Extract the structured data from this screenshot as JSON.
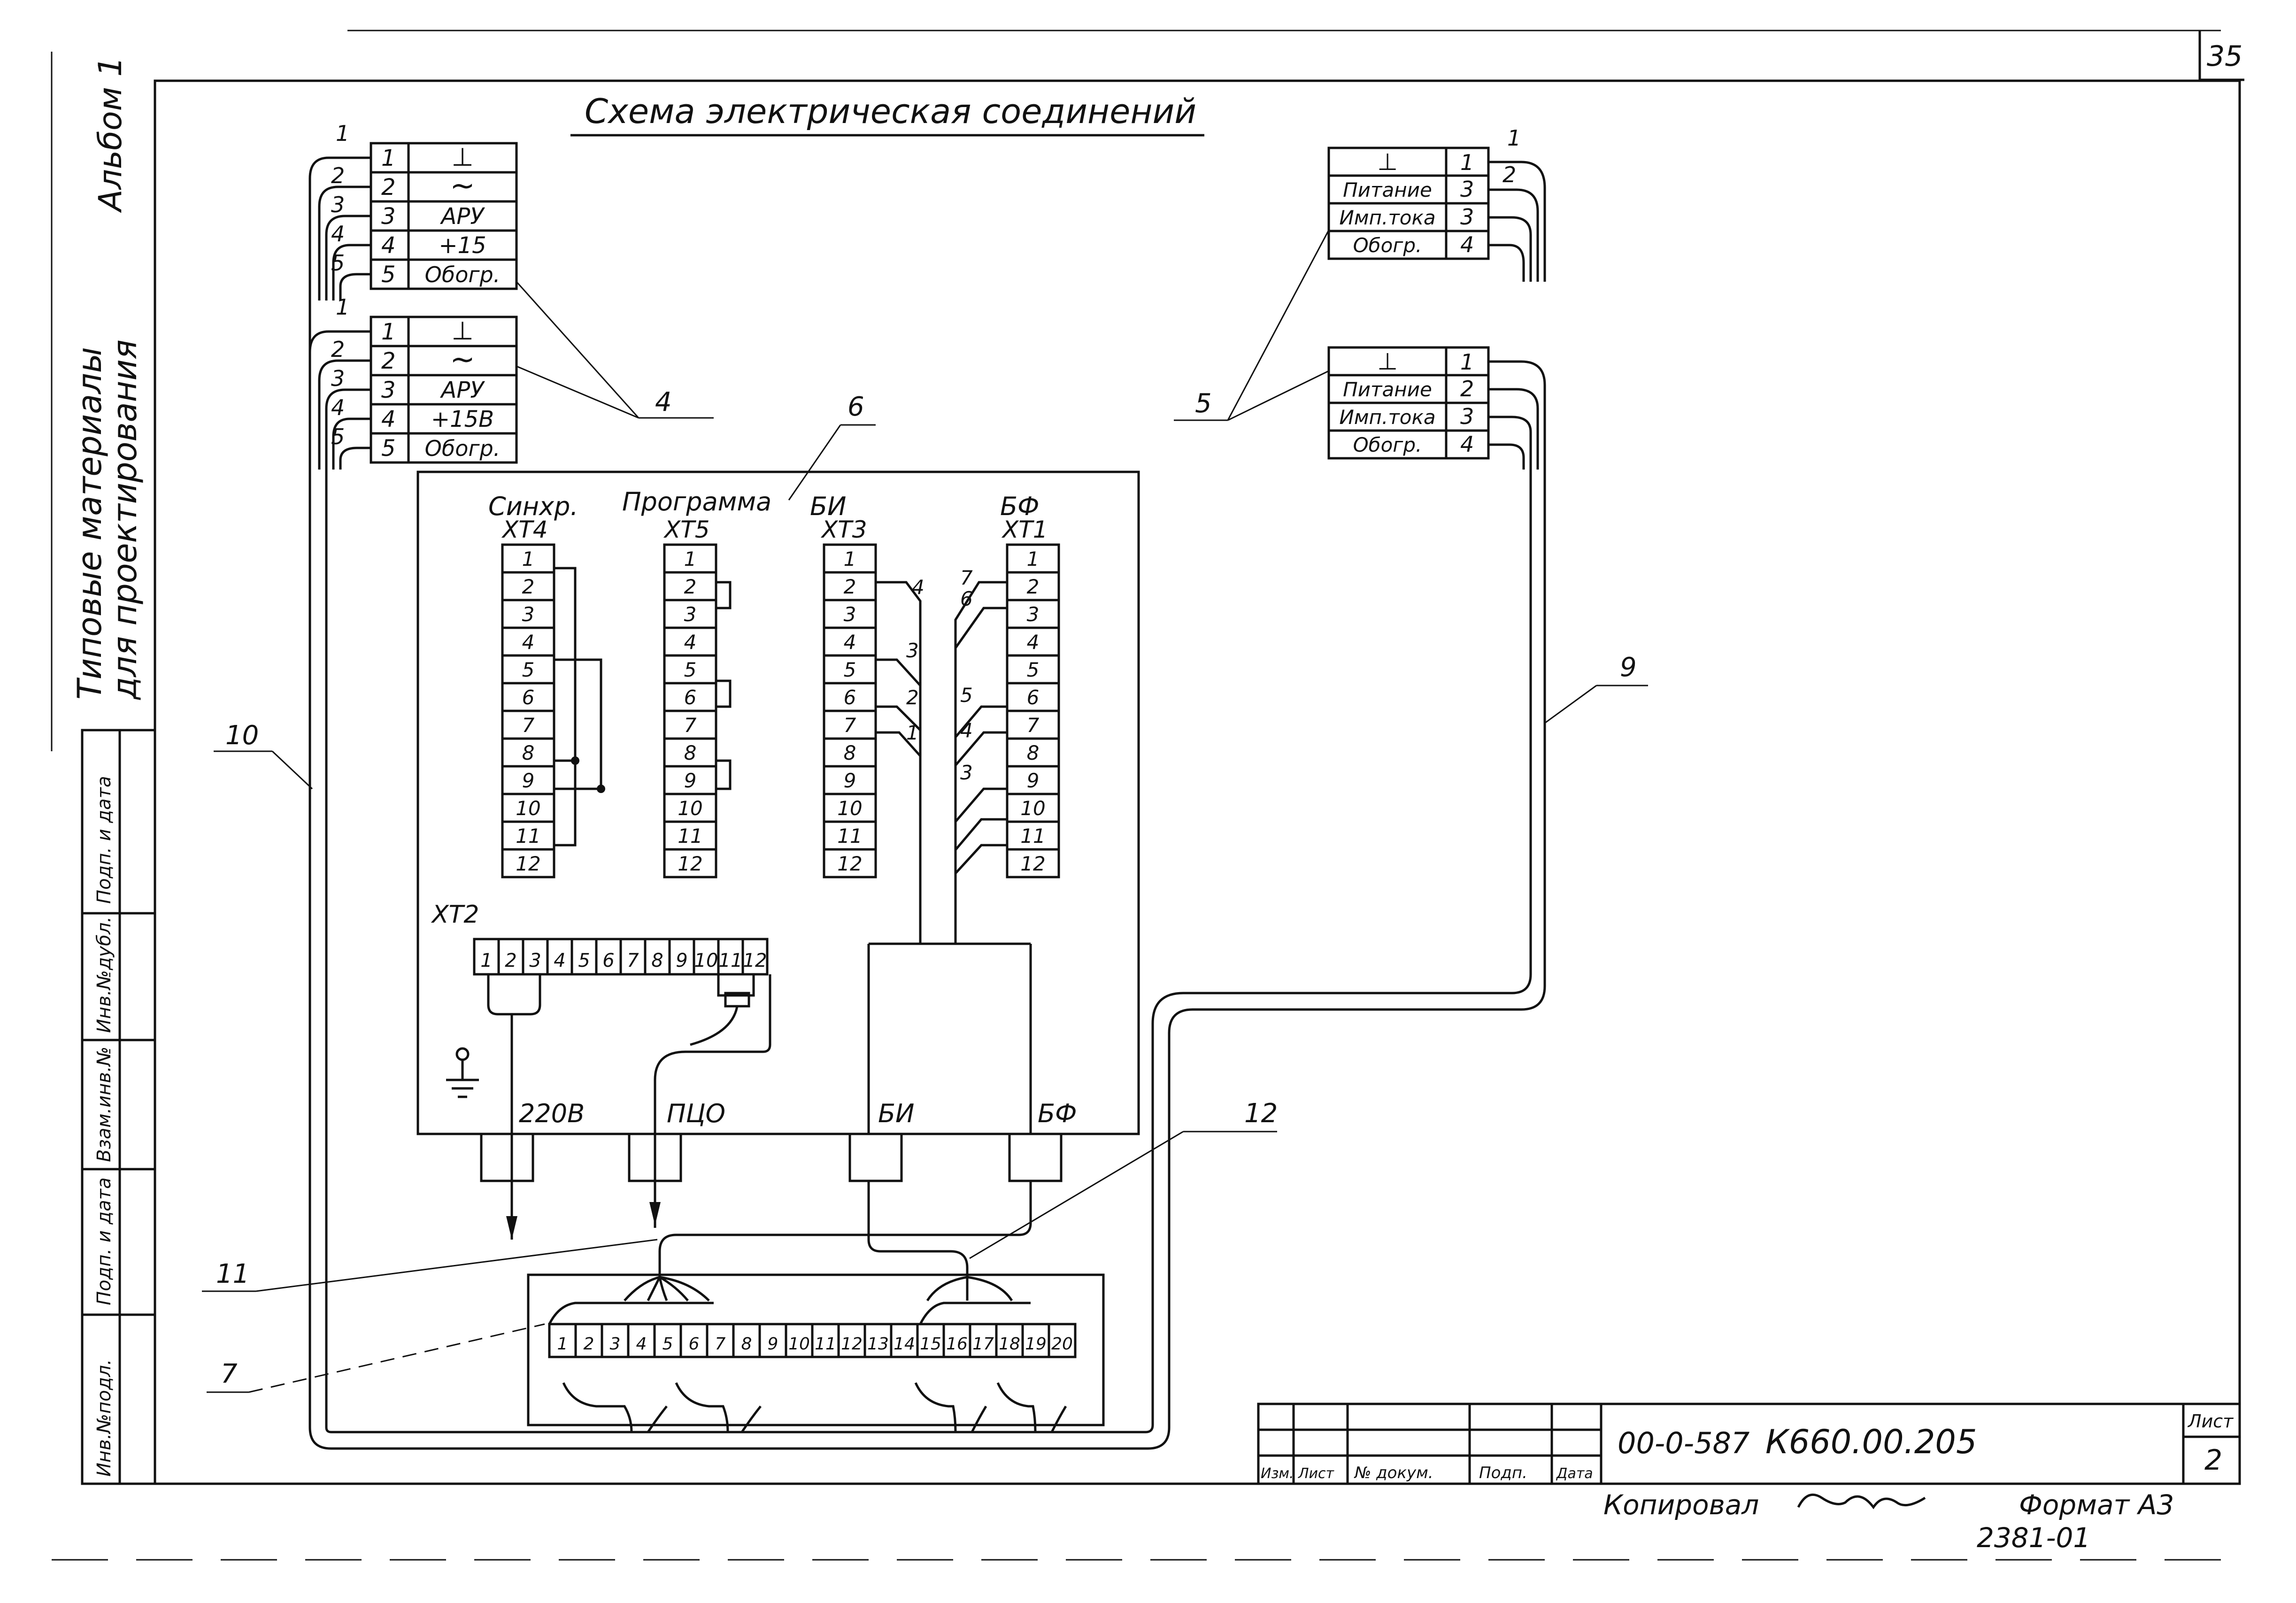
{
  "page_number": "35",
  "title": "Схема электрическая соединений",
  "side_album": "Альбом 1",
  "side_materials_1": "Типовые материалы",
  "side_materials_2": "для проектирования",
  "side_stamp_cols": [
    "Инв.№подл.",
    "Подп. и дата",
    "Взам.инв.№",
    "Инв.№дубл.",
    "Подп. и дата"
  ],
  "callouts": {
    "c1": "4",
    "c2": "5",
    "c3": "6",
    "c4": "9",
    "c5": "10",
    "c6": "11",
    "c7": "12",
    "c8": "7"
  },
  "sensor_a": {
    "rows": [
      {
        "n": "1",
        "label": "⊥"
      },
      {
        "n": "2",
        "label": "~"
      },
      {
        "n": "3",
        "label": "АРУ"
      },
      {
        "n": "4",
        "label": "+15"
      },
      {
        "n": "5",
        "label": "Обогр."
      }
    ]
  },
  "sensor_b": {
    "rows": [
      {
        "n": "1",
        "label": "⊥"
      },
      {
        "n": "2",
        "label": "~"
      },
      {
        "n": "3",
        "label": "АРУ"
      },
      {
        "n": "4",
        "label": "+15В"
      },
      {
        "n": "5",
        "label": "Обогр."
      }
    ]
  },
  "sensor_c": {
    "rows": [
      {
        "n": "1",
        "label": "⊥"
      },
      {
        "n": "3",
        "label": "Питание"
      },
      {
        "n": "3",
        "label": "Имп.тока"
      },
      {
        "n": "4",
        "label": "Обогр."
      }
    ],
    "wire_labels": [
      "1",
      "2"
    ]
  },
  "sensor_d": {
    "rows": [
      {
        "n": "1",
        "label": "⊥"
      },
      {
        "n": "2",
        "label": "Питание"
      },
      {
        "n": "3",
        "label": "Имп.тока"
      },
      {
        "n": "4",
        "label": "Обогр."
      }
    ]
  },
  "cabinet": {
    "blocks": [
      {
        "caption": "Синхр.",
        "name": "ХТ4"
      },
      {
        "caption": "Программа",
        "name": "ХТ5"
      },
      {
        "caption": "БИ",
        "name": "ХТ3"
      },
      {
        "caption": "БФ",
        "name": "ХТ1"
      }
    ],
    "terminal_numbers": [
      "1",
      "2",
      "3",
      "4",
      "5",
      "6",
      "7",
      "8",
      "9",
      "10",
      "11",
      "12"
    ],
    "xt3_wire_labels": [
      "4",
      "3",
      "2",
      "1"
    ],
    "xt1_wire_labels": [
      "7",
      "6",
      "5",
      "4",
      "3"
    ],
    "xt2_name": "ХТ2",
    "bottom_labels": [
      "220В",
      "ПЦО",
      "БИ",
      "БФ"
    ]
  },
  "terminal_block_7": {
    "numbers": [
      "1",
      "2",
      "3",
      "4",
      "5",
      "6",
      "7",
      "8",
      "9",
      "10",
      "11",
      "12",
      "13",
      "14",
      "15",
      "16",
      "17",
      "18",
      "19",
      "20"
    ]
  },
  "title_block": {
    "doc_code": "00-0-587",
    "doc_number": "К660.00.205",
    "sheet_label": "Лист",
    "sheet_number": "2",
    "cols": [
      "Изм.",
      "Лист",
      "№ докум.",
      "Подп.",
      "Дата"
    ]
  },
  "footer": {
    "copied": "Копировал",
    "format": "Формат А3",
    "number": "2381-01"
  }
}
